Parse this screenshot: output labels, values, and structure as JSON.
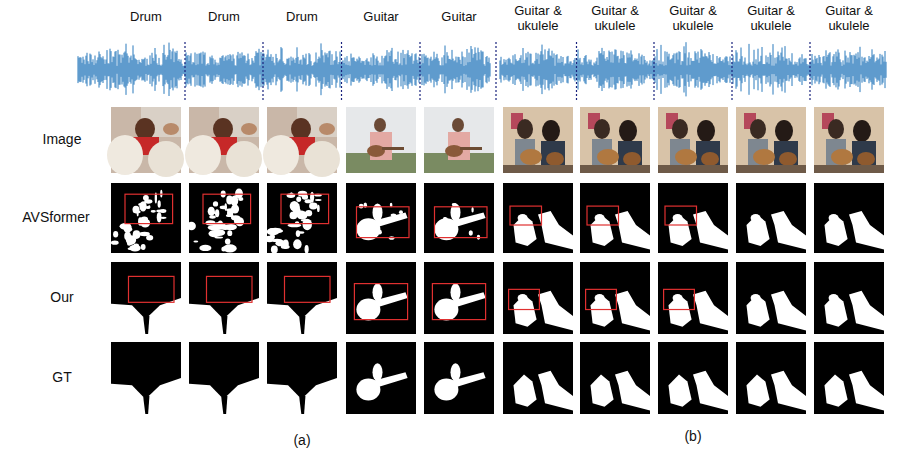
{
  "diagram": {
    "labels": [
      "Drum",
      "Drum",
      "Drum",
      "Guitar",
      "Guitar",
      "Guitar & ukulele",
      "Guitar & ukulele",
      "Guitar & ukulele",
      "Guitar & ukulele",
      "Guitar & ukulele",
      "Image",
      "AVSformer",
      "Our",
      "GT",
      "(a)",
      "(b)"
    ]
  }
}
